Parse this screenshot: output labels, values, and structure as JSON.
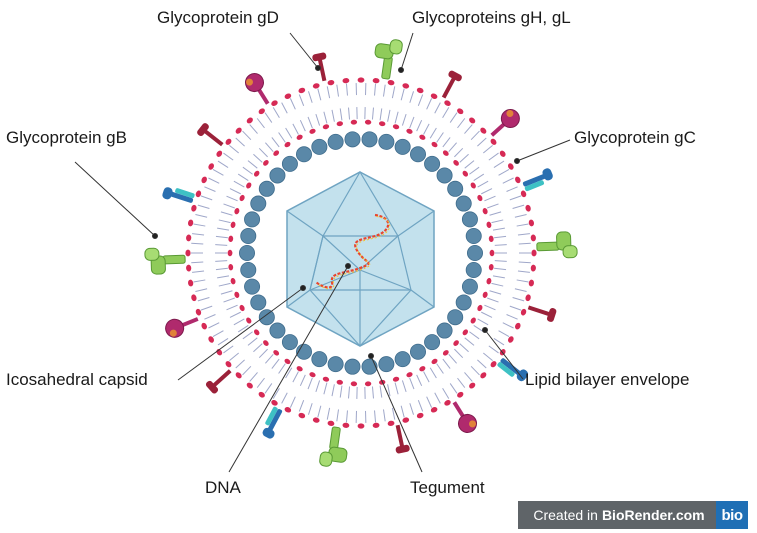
{
  "labels": {
    "gd": "Glycoprotein gD",
    "gh_gl": "Glycoproteins gH, gL",
    "gb": "Glycoprotein gB",
    "gc": "Glycoprotein gC",
    "capsid": "Icosahedral capsid",
    "lipid": "Lipid bilayer envelope",
    "dna": "DNA",
    "tegument": "Tegument"
  },
  "branding": {
    "created_in": "Created in",
    "site": "BioRender.com",
    "logo": "bio"
  },
  "colors": {
    "lipid_head": "#d62a55",
    "lipid_tail": "#9fa7c9",
    "tegument_bead": "#5a88a8",
    "capsid_fill": "#b9dcea",
    "capsid_edge": "#6fa4c2",
    "dna_strand": "#e8452f",
    "gB_green": "#8fcb5a",
    "gC_darkred": "#9b2139",
    "gD_magenta": "#b02a6d",
    "gH_blue": "#2a6fb0",
    "gL_teal": "#3ec1c4",
    "brand_gray": "#5f6468",
    "brand_blue": "#1f6fb5"
  }
}
